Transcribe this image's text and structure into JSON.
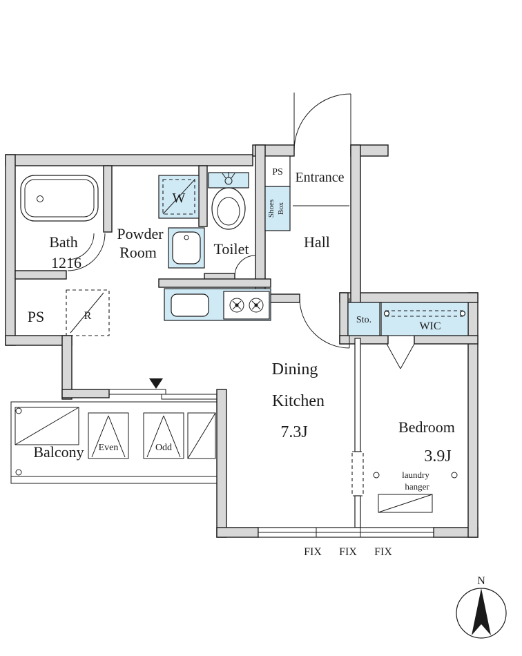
{
  "colors": {
    "wall": "#d8d8d8",
    "fixture": "#cfe9f5",
    "line": "#1a1a1a"
  },
  "labels": {
    "bath": "Bath",
    "bath_size": "1216",
    "powder_1": "Powder",
    "powder_2": "Room",
    "washer": "W",
    "toilet": "Toilet",
    "ps_top": "PS",
    "entrance": "Entrance",
    "shoes_1": "Shoes",
    "shoes_2": "Box",
    "hall": "Hall",
    "ps_left": "PS",
    "fridge": "R",
    "storage": "Sto.",
    "wic": "WIC",
    "dk_1": "Dining",
    "dk_2": "Kitchen",
    "dk_size": "7.3J",
    "bedroom": "Bedroom",
    "bedroom_size": "3.9J",
    "laundry_1": "laundry",
    "laundry_2": "hanger",
    "balcony": "Balcony",
    "even": "Even",
    "odd": "Odd",
    "fix_1": "FIX",
    "fix_2": "FIX",
    "fix_3": "FIX",
    "north": "N"
  }
}
